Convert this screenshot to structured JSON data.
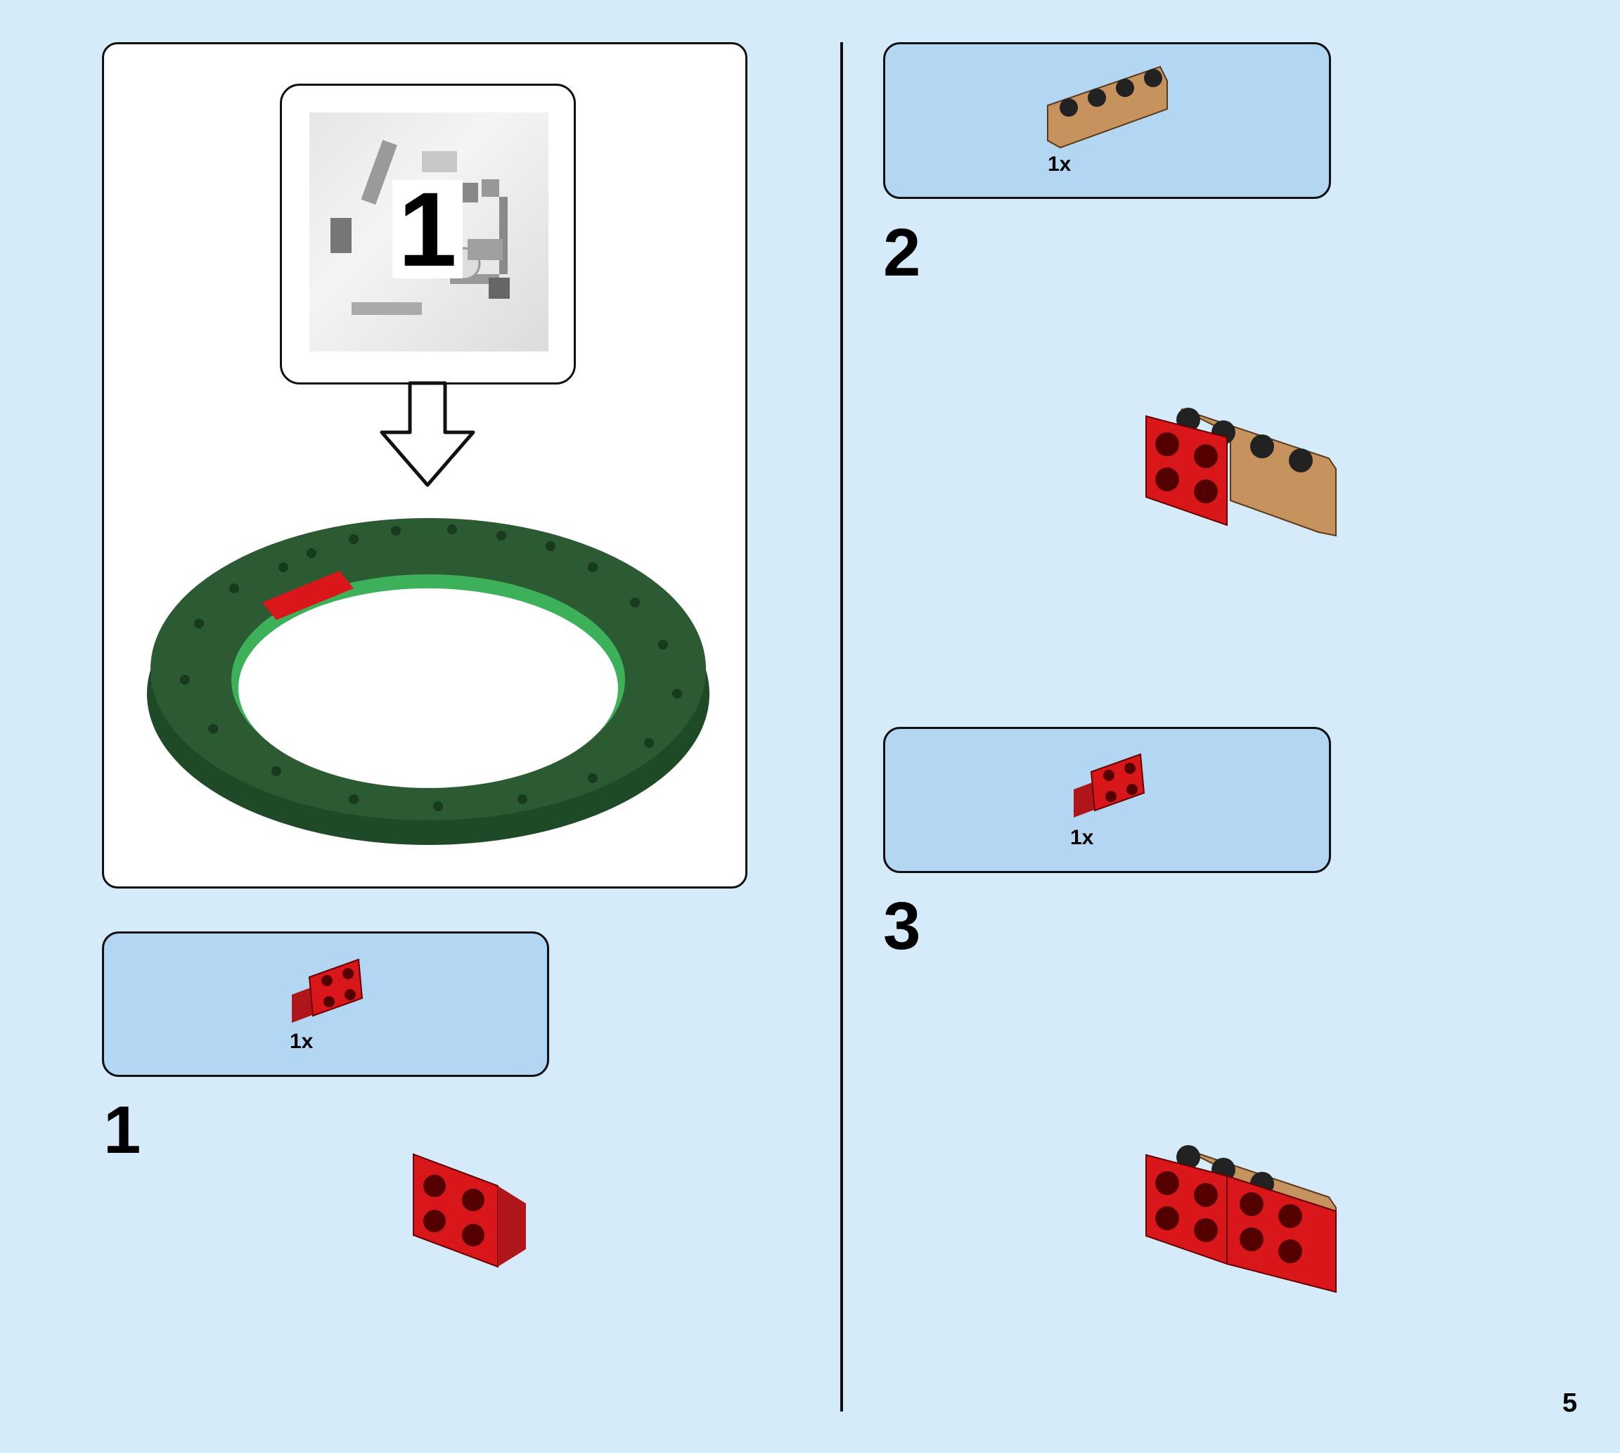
{
  "bag": {
    "number": "1"
  },
  "steps": [
    {
      "number": "1",
      "parts": [
        {
          "qty": "1x",
          "part": "red-bracket-1x2-2x2"
        }
      ]
    },
    {
      "number": "2",
      "parts": [
        {
          "qty": "1x",
          "part": "tan-brick-1x4"
        }
      ]
    },
    {
      "number": "3",
      "parts": [
        {
          "qty": "1x",
          "part": "red-bracket-1x2-2x2"
        }
      ]
    }
  ],
  "page_number": "5",
  "colors": {
    "background": "#d5ebf9",
    "parts_box": "#b3d7f2",
    "red": "#d9171b",
    "tan": "#c6935f",
    "dark_green": "#2c5a33",
    "bright_green": "#34a853"
  }
}
